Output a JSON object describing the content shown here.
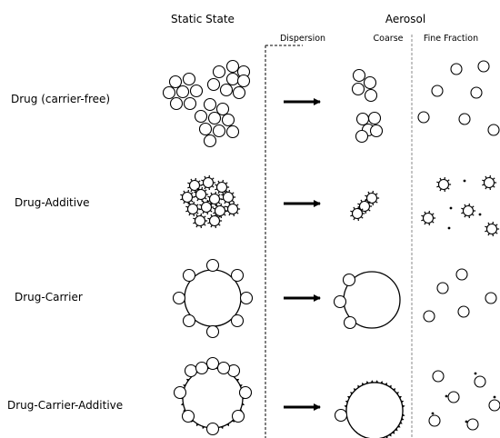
{
  "headers": {
    "static_state": "Static State",
    "aerosol": "Aerosol",
    "dispersion": "Dispersion",
    "coarse": "Coarse",
    "fine_fraction": "Fine Fraction"
  },
  "rows": [
    {
      "label": "Drug (carrier-free)"
    },
    {
      "label": "Drug-Additive"
    },
    {
      "label": "Drug-Carrier"
    },
    {
      "label": "Drug-Carrier-Additive"
    }
  ]
}
